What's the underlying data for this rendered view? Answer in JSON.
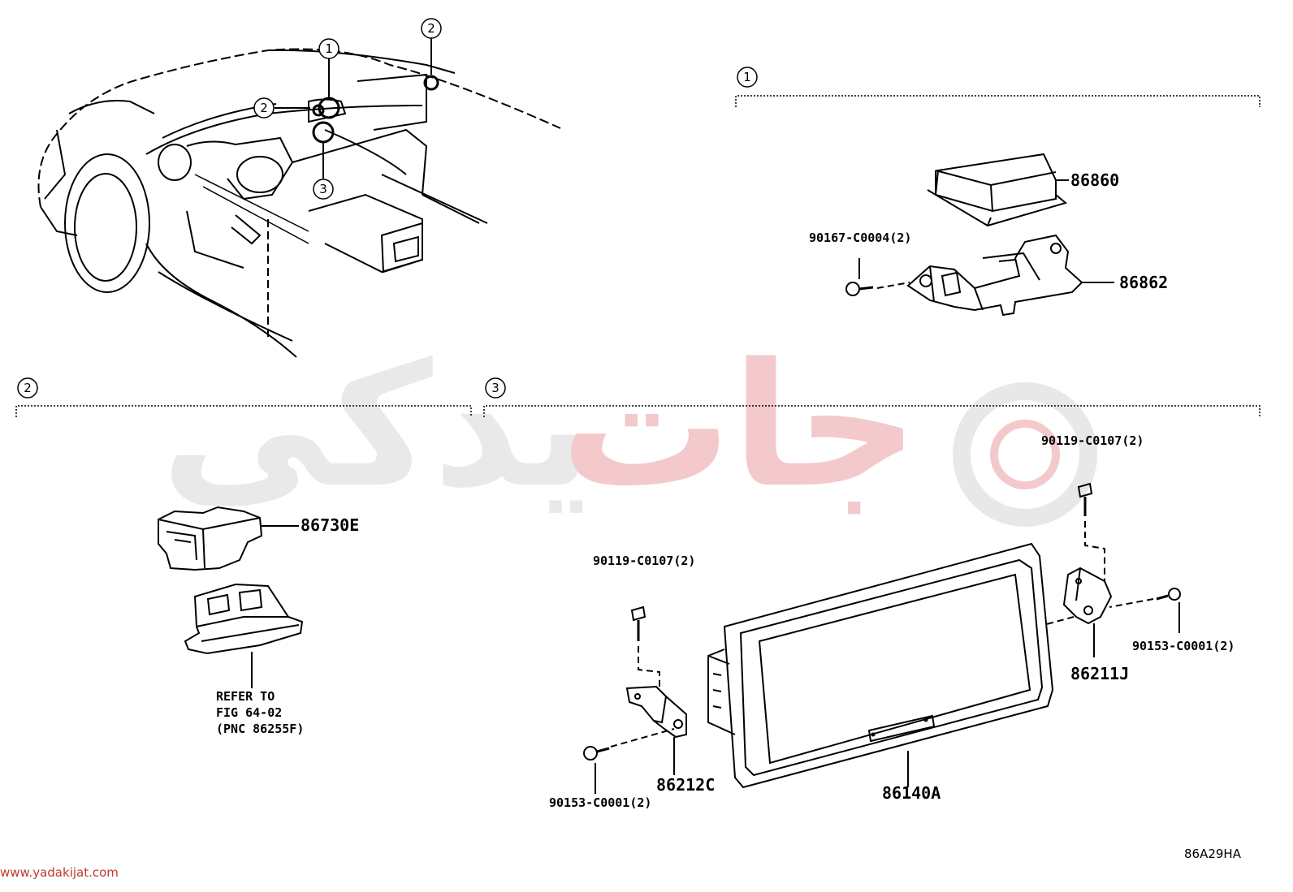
{
  "sections": [
    {
      "id": "1",
      "label": "1"
    },
    {
      "id": "2",
      "label": "2"
    },
    {
      "id": "3",
      "label": "3"
    }
  ],
  "overview_callouts": [
    "1",
    "2",
    "2",
    "3"
  ],
  "parts": {
    "p86860": "86860",
    "p86862": "86862",
    "p90167": "90167-C0004(2)",
    "p86730E": "86730E",
    "refer_note": "REFER TO\nFIG 64-02\n(PNC 86255F)",
    "p90119_right": "90119-C0107(2)",
    "p90119_left": "90119-C0107(2)",
    "p86211J": "86211J",
    "p90153_right": "90153-C0001(2)",
    "p90153_left": "90153-C0001(2)",
    "p86212C": "86212C",
    "p86140A": "86140A"
  },
  "footer": {
    "website": "www.yadakijat.com",
    "figure_code": "86A29HA"
  },
  "watermark": {
    "grey_text": "یدکی",
    "red_text": "جات"
  }
}
